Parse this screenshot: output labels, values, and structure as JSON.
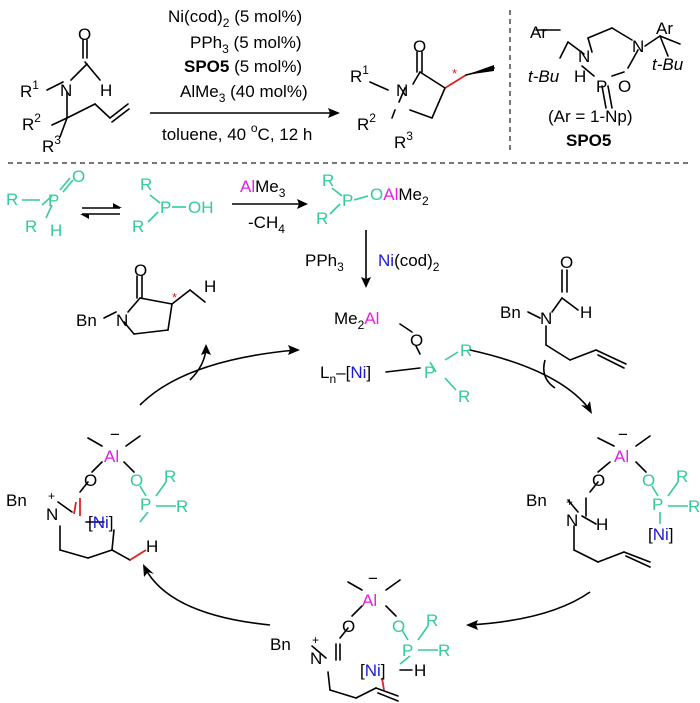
{
  "top": {
    "sm_r1": "R",
    "sm_1": "1",
    "sm_n": "N",
    "sm_h": "H",
    "sm_o": "O",
    "sm_r2": "R",
    "sm_2": "2",
    "sm_r3": "R",
    "sm_3": "3",
    "cond1": "Ni(cod)",
    "cond1_sub": "2",
    "cond1_tail": " (5 mol%)",
    "cond2": "PPh",
    "cond2_sub": "3",
    "cond2_tail": " (5 mol%)",
    "cond3_bold": "SPO5",
    "cond3_tail": " (5 mol%)",
    "cond4": "AlMe",
    "cond4_sub": "3",
    "cond4_tail": " (40 mol%)",
    "cond5": "toluene, 40 ",
    "cond5_sup": "o",
    "cond5_tail": "C, 12 h",
    "pr_o": "O",
    "pr_r1": "R",
    "pr_1": "1",
    "pr_n": "N",
    "pr_r2": "R",
    "pr_2": "2",
    "pr_r3": "R",
    "pr_3": "3",
    "pr_star": "*",
    "spo_ar1": "Ar",
    "spo_ar2": "Ar",
    "spo_n1": "N",
    "spo_n2": "N",
    "spo_h": "H",
    "spo_p": "P",
    "spo_o": "O",
    "spo_tbu1": "t-Bu",
    "spo_tbu2": "t-Bu",
    "spo_note": "(Ar = 1-Np)",
    "spo_label": "SPO5"
  },
  "mech": {
    "po_r1": "R",
    "po_p": "P",
    "po_o": "O",
    "po_r2": "R",
    "po_h": "H",
    "poh_r1": "R",
    "poh_r2": "R",
    "poh_p": "P",
    "poh_oh": "OH",
    "almes_al": "Al",
    "almes_me": "Me",
    "almes_sub": "3",
    "ch4": "-CH",
    "ch4_sub": "4",
    "poal_r1": "R",
    "poal_r2": "R",
    "poal_p": "P",
    "poal_o": "O",
    "poal_al": "Al",
    "poal_me": "Me",
    "poal_sub": "2",
    "pph3": "PPh",
    "pph3_sub": "3",
    "nicod_ni": "Ni",
    "nicod_cod": "(cod)",
    "nicod_sub": "2",
    "cat_me2": "Me",
    "cat_me2_sub": "2",
    "cat_al": "Al",
    "cat_o": "O",
    "cat_l": "L",
    "cat_n": "n",
    "cat_ni": "Ni",
    "cat_p": "P",
    "cat_r1": "R",
    "cat_r2": "R",
    "prod_o": "O",
    "prod_bn": "Bn",
    "prod_n": "N",
    "prod_h": "H",
    "prod_star": "*",
    "sub_o": "O",
    "sub_bn": "Bn",
    "sub_n": "N",
    "sub_h": "H",
    "ra_al": "Al",
    "ra_minus": "−",
    "ra_o1": "O",
    "ra_o2": "O",
    "ra_p": "P",
    "ra_r1": "R",
    "ra_r2": "R",
    "ra_bn": "Bn",
    "ra_n": "N",
    "ra_plus": "+",
    "ra_h": "H",
    "ra_ni": "Ni",
    "li_al": "Al",
    "li_minus": "−",
    "li_o1": "O",
    "li_o2": "O",
    "li_p": "P",
    "li_r1": "R",
    "li_r2": "R",
    "li_bn": "Bn",
    "li_n": "N",
    "li_plus": "+",
    "li_ni": "Ni",
    "li_h": "H",
    "bi_al": "Al",
    "bi_minus": "−",
    "bi_o1": "O",
    "bi_o2": "O",
    "bi_p": "P",
    "bi_r1": "R",
    "bi_r2": "R",
    "bi_bn": "Bn",
    "bi_n": "N",
    "bi_plus": "+",
    "bi_ni": "Ni",
    "bi_h": "H"
  },
  "colors": {
    "ligand": "#33cc99",
    "aluminum": "#e61ee6",
    "nickel": "#1a1ad9",
    "new_bond": "#e02020"
  }
}
